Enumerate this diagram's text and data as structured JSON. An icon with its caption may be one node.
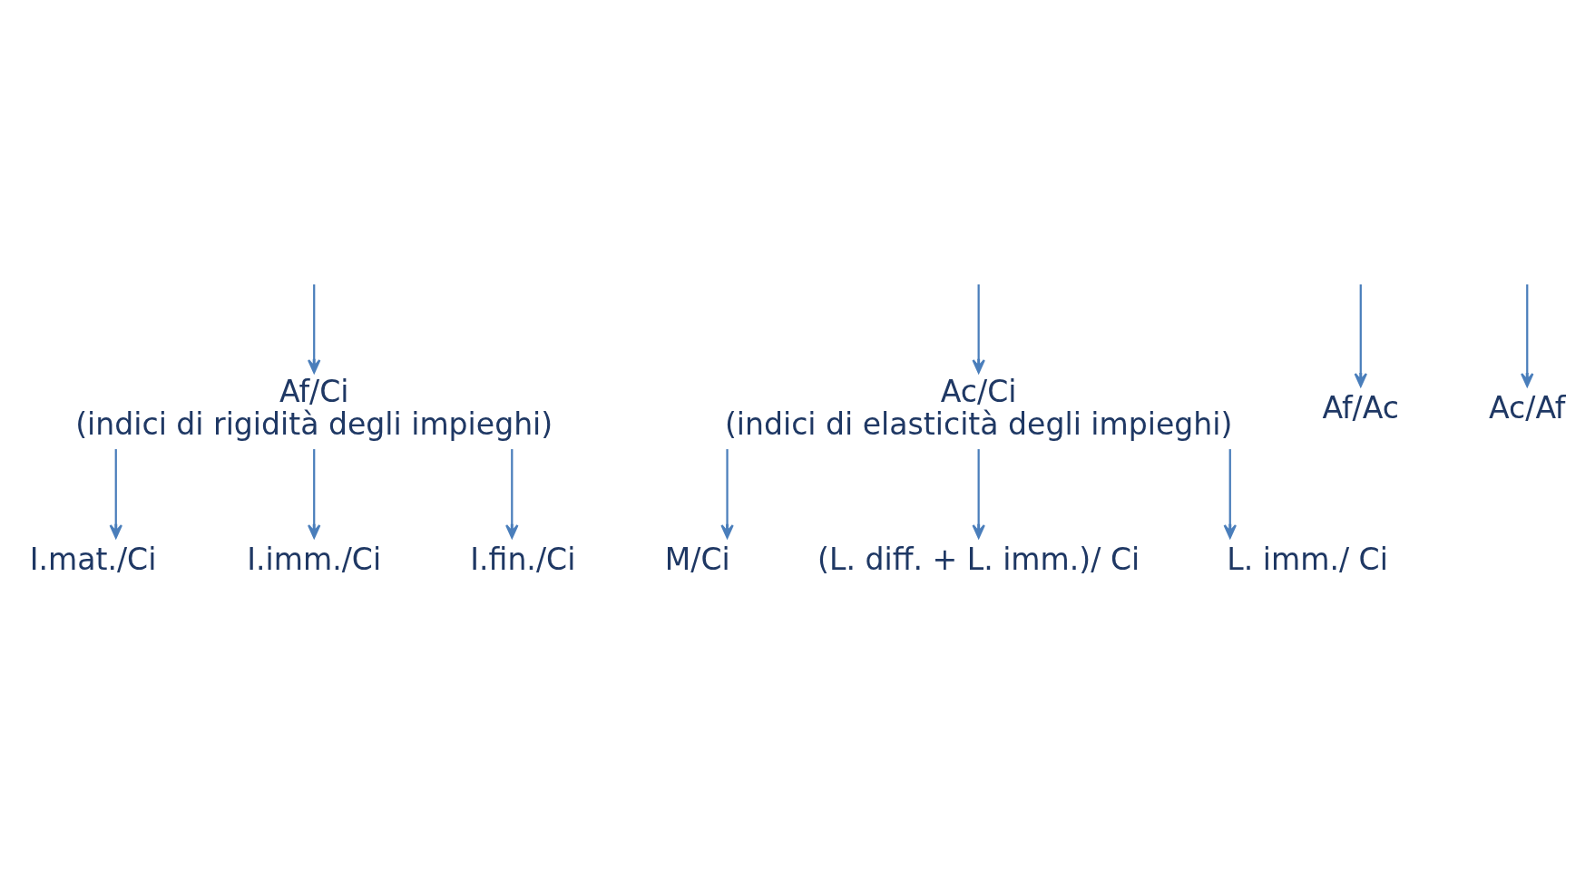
{
  "diagram": {
    "nodes": [
      {
        "text": [
          "Af/Ci",
          "(indici di rigidità degli impieghi)"
        ]
      },
      {
        "text": [
          "Ac/Ci",
          "(indici di elasticità degli impieghi)"
        ]
      },
      {
        "text": [
          "Af/Ac"
        ]
      },
      {
        "text": [
          "Ac/Af"
        ]
      },
      {
        "text": [
          "I.mat./Ci"
        ]
      },
      {
        "text": [
          "I.imm./Ci"
        ]
      },
      {
        "text": [
          "I.fin./Ci"
        ]
      },
      {
        "text": [
          "M/Ci"
        ]
      },
      {
        "text": [
          "(L. diff. + L. imm.)/ Ci"
        ]
      },
      {
        "text": [
          "L. imm./ Ci"
        ]
      }
    ],
    "edges": [
      {
        "from": null,
        "to": 0,
        "arrow": "to"
      },
      {
        "from": null,
        "to": 1,
        "arrow": "to"
      },
      {
        "from": null,
        "to": 2,
        "arrow": "to"
      },
      {
        "from": null,
        "to": 3,
        "arrow": "to"
      },
      {
        "from": 0,
        "to": 4,
        "arrow": "to"
      },
      {
        "from": 0,
        "to": 5,
        "arrow": "to"
      },
      {
        "from": 0,
        "to": 6,
        "arrow": "to"
      },
      {
        "from": 1,
        "to": 7,
        "arrow": "to"
      },
      {
        "from": 1,
        "to": 8,
        "arrow": "to"
      },
      {
        "from": 1,
        "to": 9,
        "arrow": "to"
      }
    ]
  }
}
